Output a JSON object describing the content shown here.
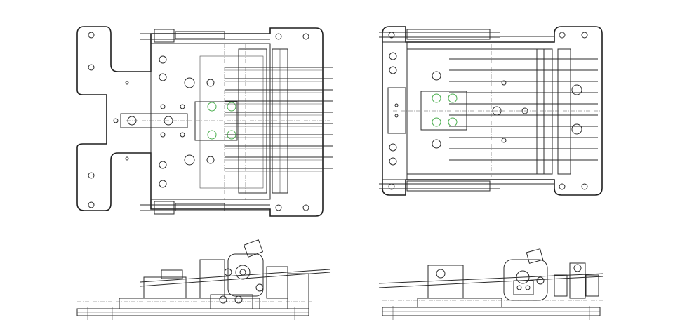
{
  "figure": {
    "description_views": [
      "top-view-left",
      "top-view-right",
      "side-view-left",
      "side-view-right"
    ],
    "colors": {
      "line": "#2b2b2b",
      "accent": "#4caf50",
      "background": "#ffffff"
    }
  }
}
